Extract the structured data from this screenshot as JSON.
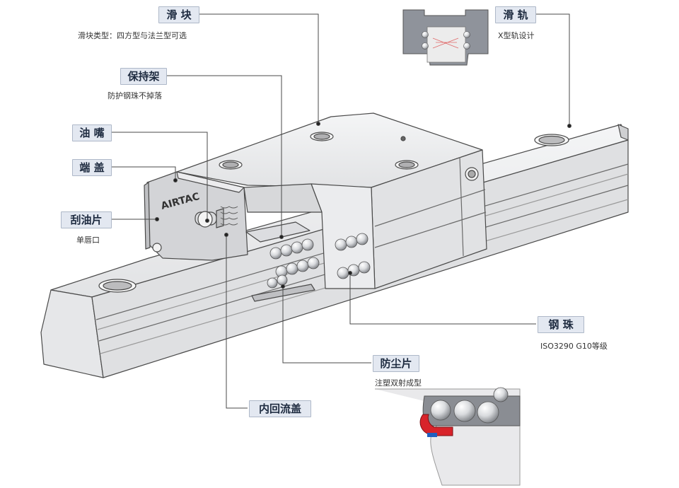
{
  "brand": "AIRTAC",
  "labels": {
    "slider": {
      "title": "滑 块",
      "desc": "滑块类型：四方型与法兰型可选"
    },
    "rail": {
      "title": "滑 轨",
      "desc": "X型轨设计"
    },
    "retainer": {
      "title": "保持架",
      "desc": "防护钢珠不掉落"
    },
    "grease_nipple": {
      "title": "油 嘴"
    },
    "end_cap": {
      "title": "端 盖"
    },
    "scraper": {
      "title": "刮油片",
      "desc": "单唇口"
    },
    "steel_ball": {
      "title": "钢 珠",
      "desc": "ISO3290 G10等级"
    },
    "dust_seal": {
      "title": "防尘片",
      "desc": "注塑双射成型"
    },
    "return_cap": {
      "title": "内回流盖"
    }
  },
  "colors": {
    "tag_bg": "#e3e8f1",
    "metal": "#e8e9eb",
    "outline": "#4a4a4a",
    "seal_red": "#d8232a",
    "seal_blue": "#1f5fbf"
  }
}
